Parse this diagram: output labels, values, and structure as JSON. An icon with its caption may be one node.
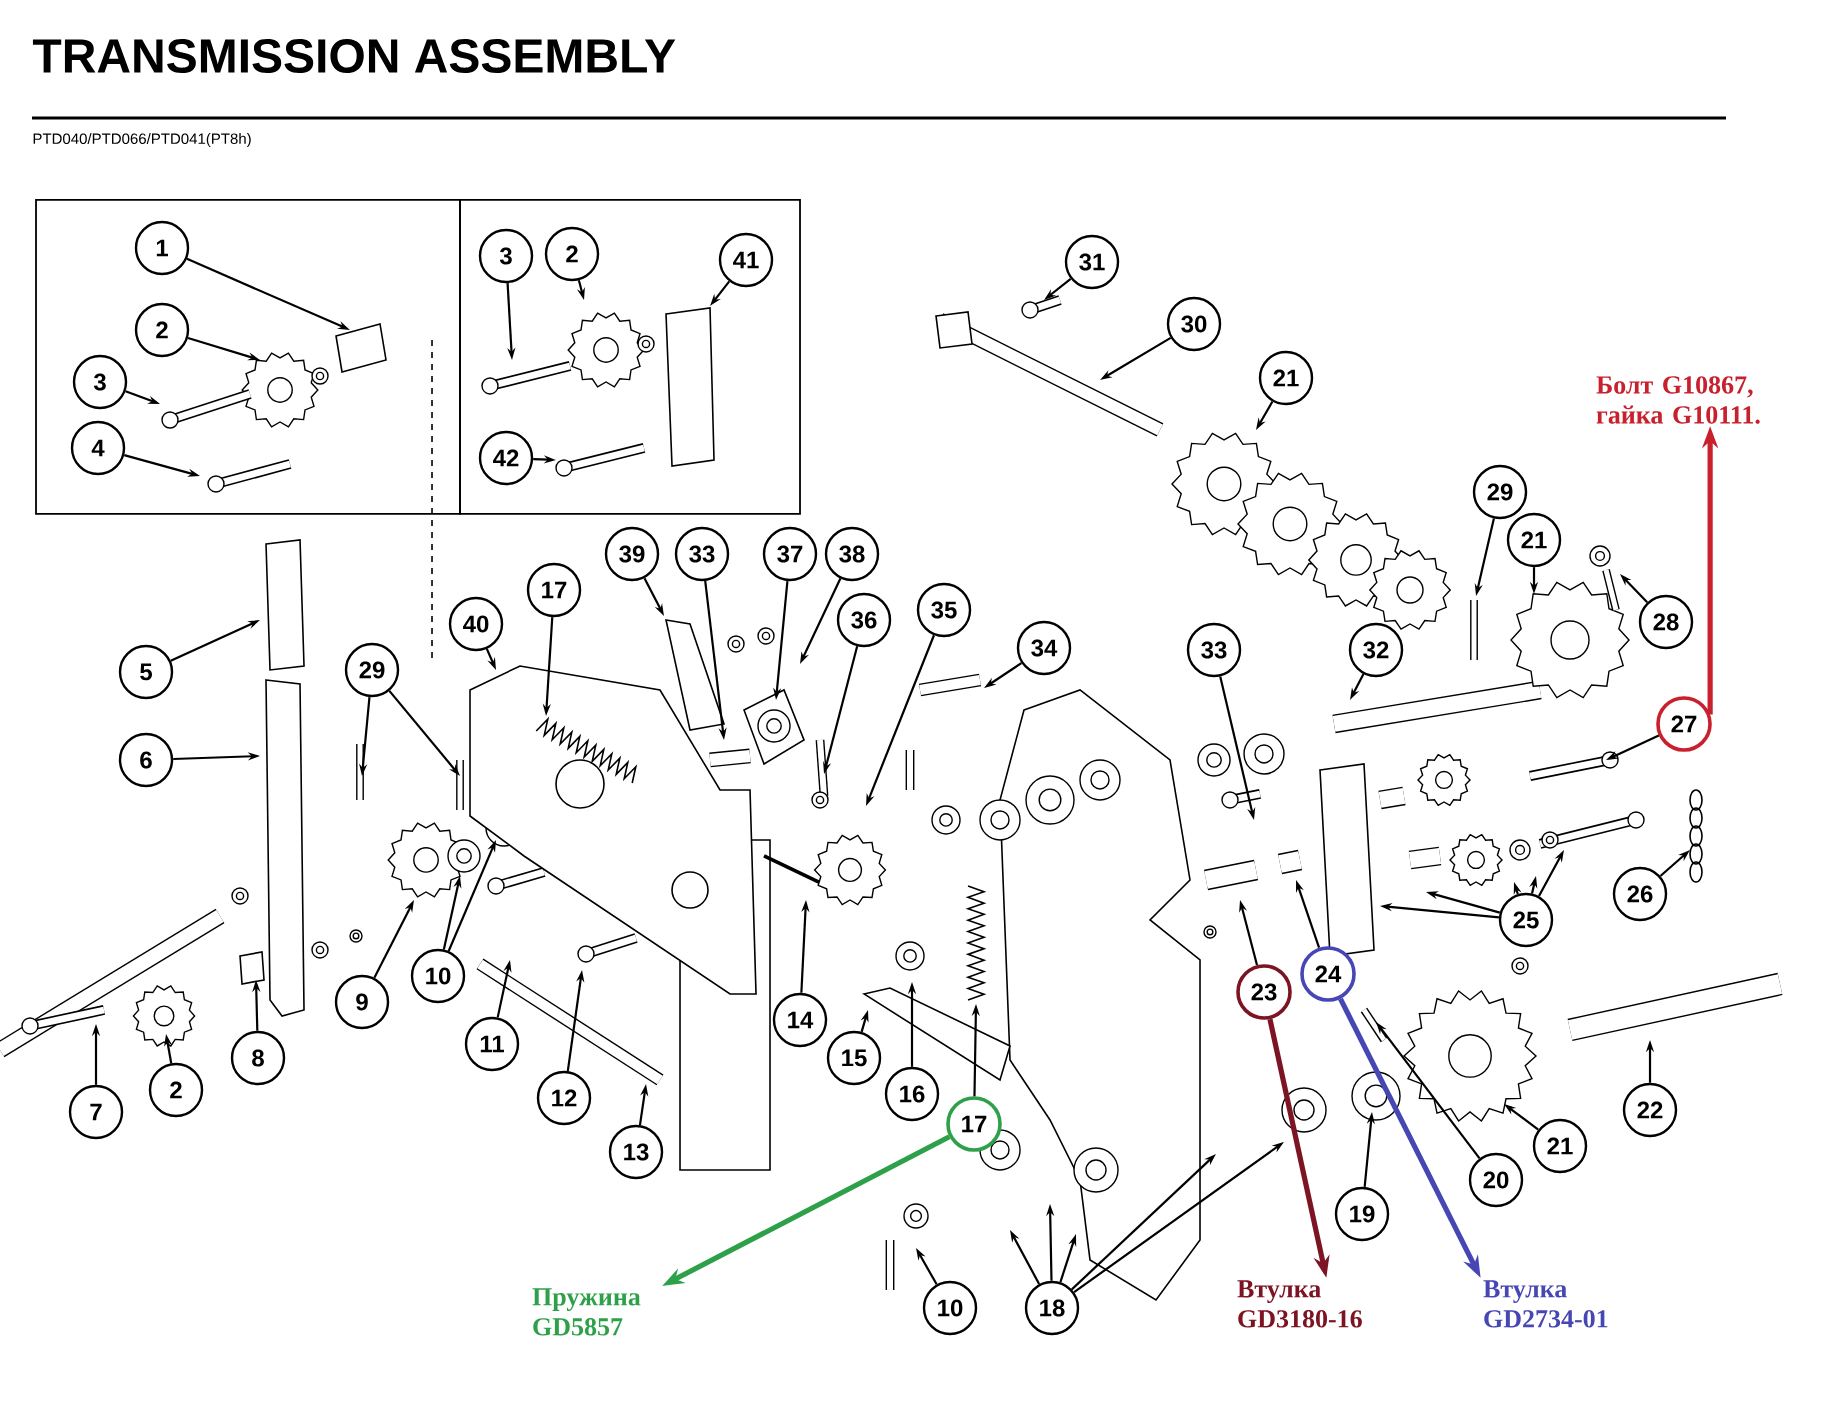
{
  "diagram": {
    "title": "TRANSMISSION ASSEMBLY",
    "nodes": [
      {
        "text": [],
        "shape": "box"
      },
      {
        "text": [],
        "shape": "box"
      },
      {
        "text": [
          "1"
        ],
        "in": 0
      },
      {
        "text": [
          "2"
        ],
        "in": 0
      },
      {
        "text": [
          "3"
        ],
        "in": 0
      },
      {
        "text": [
          "4"
        ],
        "in": 0
      },
      {
        "text": [
          "3"
        ],
        "in": 1
      },
      {
        "text": [
          "2"
        ],
        "in": 1
      },
      {
        "text": [
          "41"
        ],
        "in": 1
      },
      {
        "text": [
          "42"
        ],
        "in": 1
      },
      {
        "text": [
          "31"
        ]
      },
      {
        "text": [
          "30"
        ]
      },
      {
        "text": [
          "21"
        ]
      },
      {
        "text": [
          "Болт G10867, гайка G10111."
        ]
      },
      {
        "text": [
          "29"
        ]
      },
      {
        "text": [
          "21"
        ]
      },
      {
        "text": [
          "28"
        ]
      },
      {
        "text": [
          "39"
        ]
      },
      {
        "text": [
          "33"
        ]
      },
      {
        "text": [
          "37"
        ]
      },
      {
        "text": [
          "38"
        ]
      },
      {
        "text": [
          "17"
        ]
      },
      {
        "text": [
          "40"
        ]
      },
      {
        "text": [
          "35"
        ]
      },
      {
        "text": [
          "36"
        ]
      },
      {
        "text": [
          "34"
        ]
      },
      {
        "text": [
          "33"
        ]
      },
      {
        "text": [
          "32"
        ]
      },
      {
        "text": [
          "5"
        ]
      },
      {
        "text": [
          "29"
        ]
      },
      {
        "text": [
          "27"
        ]
      },
      {
        "text": [
          "6"
        ]
      },
      {
        "text": [
          "26"
        ]
      },
      {
        "text": [
          "25"
        ]
      },
      {
        "text": [
          "24"
        ]
      },
      {
        "text": [
          "23"
        ]
      },
      {
        "text": [
          "10"
        ]
      },
      {
        "text": [
          "9"
        ]
      },
      {
        "text": [
          "14"
        ]
      },
      {
        "text": [
          "8"
        ]
      },
      {
        "text": [
          "11"
        ]
      },
      {
        "text": [
          "15"
        ]
      },
      {
        "text": [
          "2"
        ]
      },
      {
        "text": [
          "12"
        ]
      },
      {
        "text": [
          "16"
        ]
      },
      {
        "text": [
          "22"
        ]
      },
      {
        "text": [
          "7"
        ]
      },
      {
        "text": [
          "17"
        ]
      },
      {
        "text": [
          "21"
        ]
      },
      {
        "text": [
          "13"
        ]
      },
      {
        "text": [
          "20"
        ]
      },
      {
        "text": [
          "19"
        ]
      },
      {
        "text": [
          "Пружина GD5857"
        ]
      },
      {
        "text": [
          "Втулка GD3180-16"
        ]
      },
      {
        "text": [
          "Втулка GD2734-01"
        ]
      },
      {
        "text": [
          "18"
        ]
      },
      {
        "text": [
          "10"
        ]
      }
    ],
    "edges": [
      {
        "from": 2,
        "to": null,
        "arrow": "to"
      },
      {
        "from": 3,
        "to": null,
        "arrow": "to"
      },
      {
        "from": 4,
        "to": null,
        "arrow": "to"
      },
      {
        "from": 5,
        "to": null,
        "arrow": "to"
      },
      {
        "from": 6,
        "to": null,
        "arrow": "to"
      },
      {
        "from": 7,
        "to": null,
        "arrow": "to"
      },
      {
        "from": 8,
        "to": null,
        "arrow": "to"
      },
      {
        "from": 9,
        "to": null,
        "arrow": "to"
      },
      {
        "from": 10,
        "to": null,
        "arrow": "to"
      },
      {
        "from": 11,
        "to": null,
        "arrow": "to"
      },
      {
        "from": 12,
        "to": null,
        "arrow": "to"
      },
      {
        "from": 30,
        "to": 13,
        "arrow": "to",
        "style": "thick",
        "color": "#c8202c"
      },
      {
        "from": 14,
        "to": null,
        "arrow": "to"
      },
      {
        "from": 15,
        "to": null,
        "arrow": "to"
      },
      {
        "from": 16,
        "to": null,
        "arrow": "to"
      },
      {
        "from": 17,
        "to": null,
        "arrow": "to"
      },
      {
        "from": 18,
        "to": null,
        "arrow": "to"
      },
      {
        "from": 19,
        "to": null,
        "arrow": "to"
      },
      {
        "from": 20,
        "to": null,
        "arrow": "to"
      },
      {
        "from": 21,
        "to": null,
        "arrow": "to"
      },
      {
        "from": 22,
        "to": null,
        "arrow": "to"
      },
      {
        "from": 23,
        "to": null,
        "arrow": "to"
      },
      {
        "from": 24,
        "to": null,
        "arrow": "to"
      },
      {
        "from": 25,
        "to": null,
        "arrow": "to"
      },
      {
        "from": 26,
        "to": null,
        "arrow": "to"
      },
      {
        "from": 27,
        "to": null,
        "arrow": "to"
      },
      {
        "from": 28,
        "to": null,
        "arrow": "to"
      },
      {
        "from": 29,
        "to": null,
        "arrow": "to"
      },
      {
        "from": 29,
        "to": null,
        "arrow": "to"
      },
      {
        "from": 30,
        "to": null,
        "arrow": "to"
      },
      {
        "from": 31,
        "to": null,
        "arrow": "to"
      },
      {
        "from": 32,
        "to": null,
        "arrow": "to"
      },
      {
        "from": 33,
        "to": null,
        "arrow": "to"
      },
      {
        "from": 33,
        "to": null,
        "arrow": "to"
      },
      {
        "from": 33,
        "to": null,
        "arrow": "to"
      },
      {
        "from": 33,
        "to": null,
        "arrow": "to"
      },
      {
        "from": 33,
        "to": null,
        "arrow": "to"
      },
      {
        "from": 34,
        "to": null,
        "arrow": "to"
      },
      {
        "from": 34,
        "to": 54,
        "arrow": "to",
        "style": "thick",
        "color": "#4646b4"
      },
      {
        "from": 35,
        "to": null,
        "arrow": "to"
      },
      {
        "from": 35,
        "to": 53,
        "arrow": "to",
        "style": "thick",
        "color": "#7d1424"
      },
      {
        "from": 36,
        "to": null,
        "arrow": "to"
      },
      {
        "from": 36,
        "to": null,
        "arrow": "to"
      },
      {
        "from": 37,
        "to": null,
        "arrow": "to"
      },
      {
        "from": 38,
        "to": null,
        "arrow": "to"
      },
      {
        "from": 39,
        "to": null,
        "arrow": "to"
      },
      {
        "from": 40,
        "to": null,
        "arrow": "to"
      },
      {
        "from": 41,
        "to": null,
        "arrow": "to"
      },
      {
        "from": 42,
        "to": null,
        "arrow": "to"
      },
      {
        "from": 43,
        "to": null,
        "arrow": "to"
      },
      {
        "from": 44,
        "to": null,
        "arrow": "to"
      },
      {
        "from": 45,
        "to": null,
        "arrow": "to"
      },
      {
        "from": 46,
        "to": null,
        "arrow": "to"
      },
      {
        "from": 47,
        "to": null,
        "arrow": "to"
      },
      {
        "from": 47,
        "to": 52,
        "arrow": "to",
        "style": "thick",
        "color": "#2ea04a"
      },
      {
        "from": 48,
        "to": null,
        "arrow": "to"
      },
      {
        "from": 49,
        "to": null,
        "arrow": "to"
      },
      {
        "from": 50,
        "to": null,
        "arrow": "to"
      },
      {
        "from": 51,
        "to": null,
        "arrow": "to"
      },
      {
        "from": 55,
        "to": null,
        "arrow": "to"
      },
      {
        "from": 55,
        "to": null,
        "arrow": "to"
      },
      {
        "from": 55,
        "to": null,
        "arrow": "to"
      },
      {
        "from": 55,
        "to": null,
        "arrow": "to"
      },
      {
        "from": 55,
        "to": null,
        "arrow": "to"
      },
      {
        "from": 56,
        "to": null,
        "arrow": "to"
      }
    ],
    "labels": [
      "PTD040/PTD066/PTD041(PT8h)"
    ]
  }
}
